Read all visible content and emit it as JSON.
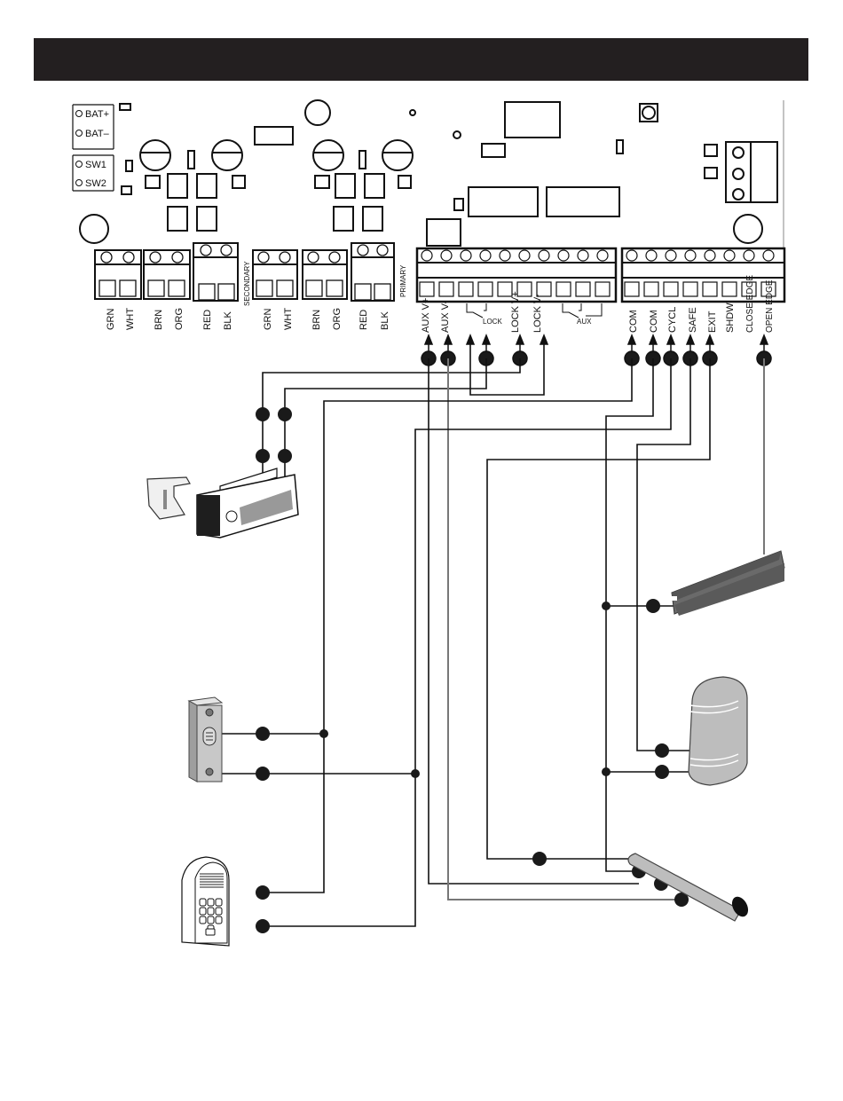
{
  "header": {
    "title": ""
  },
  "pcb": {
    "battery_labels": [
      "BAT+",
      "BAT–"
    ],
    "switch_labels": [
      "SW1",
      "SW2"
    ],
    "secondary_terminals": [
      "GRN",
      "WHT",
      "BRN",
      "ORG",
      "RED",
      "BLK"
    ],
    "secondary_label": "SECONDARY",
    "primary_terminals": [
      "GRN",
      "WHT",
      "BRN",
      "ORG",
      "RED",
      "BLK"
    ],
    "primary_label": "PRIMARY",
    "power_terminals": [
      "AUX V+",
      "AUX V-",
      "LOCK V+",
      "LOCK V-"
    ],
    "lock_relay_label": "LOCK",
    "aux_relay_label": "AUX",
    "input_terminals": [
      "COM",
      "COM",
      "CYCL",
      "SAFE",
      "EXIT",
      "SHDW",
      "CLOSE EDGE",
      "OPEN EDGE"
    ]
  },
  "devices": [
    {
      "name": "electric-strike-lock"
    },
    {
      "name": "edge-sensor"
    },
    {
      "name": "photo-eye-sensor"
    },
    {
      "name": "push-button"
    },
    {
      "name": "keypad"
    },
    {
      "name": "vehicle-loop-detector"
    }
  ],
  "colors": {
    "header": "#231f20",
    "wire": "#111111",
    "device_grey": "#bdbdbd",
    "edge_grey": "#6a6a6a"
  }
}
